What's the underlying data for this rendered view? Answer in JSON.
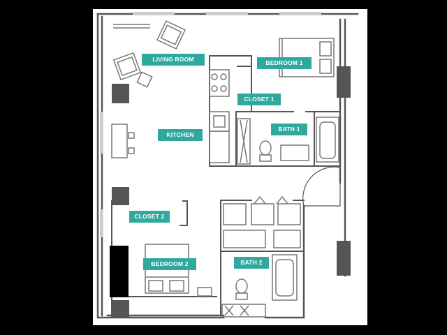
{
  "floor_plan": {
    "rooms": {
      "living_room": "LIVING ROOM",
      "bedroom_1": "BEDROOM 1",
      "closet_1": "CLOSET 1",
      "kitchen": "KITCHEN",
      "bath_1": "BATH 1",
      "closet_2": "CLOSET 2",
      "bedroom_2": "BEDROOM 2",
      "bath_2": "BATH 2"
    },
    "colors": {
      "background": "#000000",
      "sheet": "#ffffff",
      "wall": "#555555",
      "fixture": "#777777",
      "label": "#2fa89e",
      "label_text": "#ffffff"
    }
  }
}
